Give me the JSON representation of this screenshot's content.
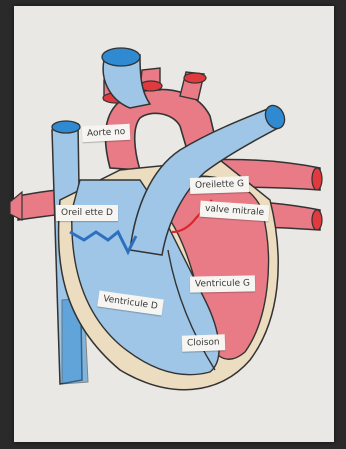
{
  "labels": {
    "aorte": "Aorte no",
    "oreillette_droite": "Oreil ette D",
    "oreillette_gauche": "Oreilette G",
    "valve": "valve mitrale",
    "ventricule_droit": "Ventricule D",
    "ventricule_gauche": "Ventricule G",
    "cloison": "Cloison"
  },
  "colors": {
    "oxygenated": "#e97b86",
    "deoxygenated": "#9fc6e6",
    "vessel_blue": "#2f8ad1",
    "vessel_red": "#e03a3f",
    "septum": "#ecdcc0"
  }
}
